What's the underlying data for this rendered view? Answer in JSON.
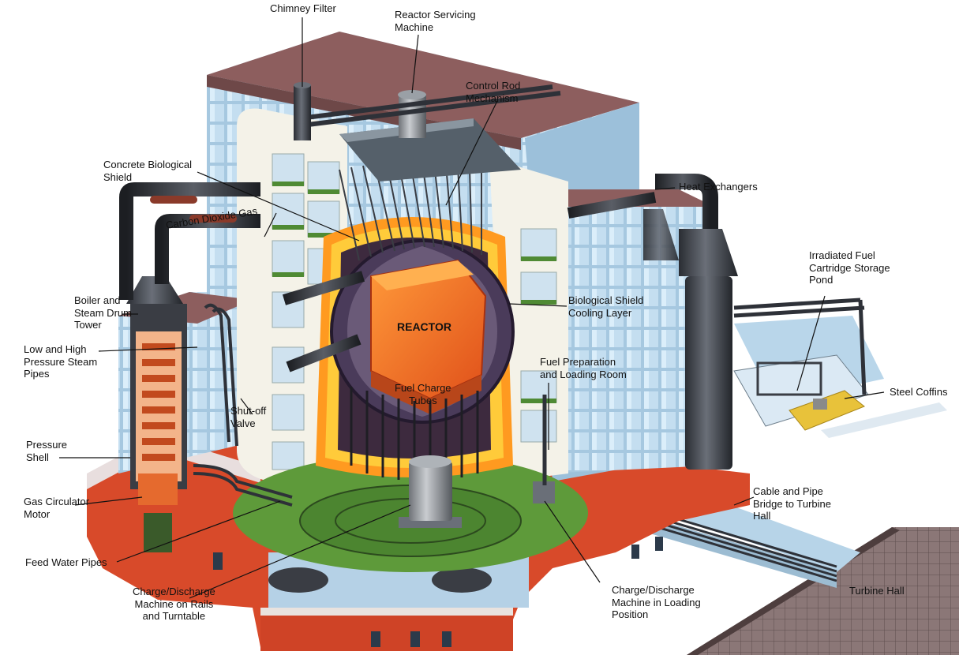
{
  "labels": {
    "chimney_filter": "Chimney Filter",
    "reactor_servicing_machine": "Reactor Servicing\nMachine",
    "control_rod_mechanism": "Control Rod\nMechanism",
    "concrete_biological_shield": "Concrete Biological\nShield",
    "heat_exchangers": "Heat Exchangers",
    "carbon_dioxide_gas": "Carbon Dioxide Gas",
    "irradiated_fuel_pond": "Irradiated Fuel\nCartridge Storage\nPond",
    "boiler_tower": "Boiler and\nSteam Drum\nTower",
    "biological_shield_cooling": "Biological Shield\nCooling Layer",
    "reactor": "REACTOR",
    "steam_pipes": "Low and High\nPressure Steam\nPipes",
    "fuel_preparation_room": "Fuel Preparation\nand Loading Room",
    "fuel_charge_tubes": "Fuel Charge\nTubes",
    "steel_coffins": "Steel Coffins",
    "shut_off_valve": "Shut-off\nValve",
    "pressure_shell": "Pressure\nShell",
    "gas_circulator_motor": "Gas Circulator\nMotor",
    "cable_pipe_bridge": "Cable and Pipe\nBridge to Turbine\nHall",
    "feed_water_pipes": "Feed Water Pipes",
    "charge_discharge_rails": "Charge/Discharge\nMachine on Rails\nand Turntable",
    "charge_discharge_loading": "Charge/Discharge\nMachine in Loading\nPosition",
    "turbine_hall": "Turbine Hall"
  },
  "colors": {
    "reactor_core": "#f06a1e",
    "core_glow": "#ffb020",
    "building_glass": "#9fc3de",
    "roof": "#8a5a5a",
    "concrete": "#f2f0e6",
    "floor_green": "#5e9a3a",
    "pipe": "#2e3138",
    "base_red": "#d8482a",
    "turbine_hall": "#7d6a6a"
  }
}
